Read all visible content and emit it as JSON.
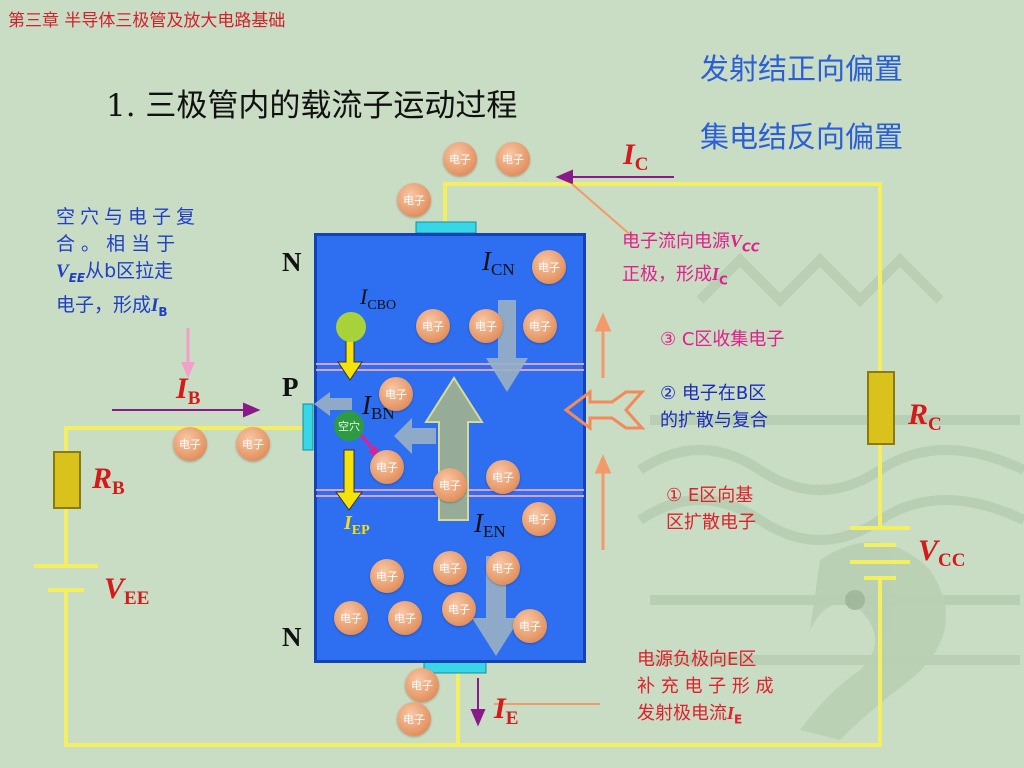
{
  "header": {
    "chapter": "第三章  半导体三极管及放大电路基础",
    "title": "1. 三极管内的载流子运动过程"
  },
  "bias": {
    "emitter": "发射结正向偏置",
    "collector": "集电结反向偏置"
  },
  "regions": {
    "top": "N",
    "middle": "P",
    "bottom": "N"
  },
  "currents": {
    "ic": {
      "sym": "I",
      "sub": "C"
    },
    "ib": {
      "sym": "I",
      "sub": "B"
    },
    "ie": {
      "sym": "I",
      "sub": "E"
    },
    "icn": {
      "sym": "I",
      "sub": "CN"
    },
    "icbo": {
      "sym": "I",
      "sub": "CBO"
    },
    "ibn": {
      "sym": "I",
      "sub": "BN"
    },
    "iep": {
      "sym": "I",
      "sub": "EP"
    },
    "ien": {
      "sym": "I",
      "sub": "EN"
    }
  },
  "components": {
    "rc": {
      "sym": "R",
      "sub": "C"
    },
    "rb": {
      "sym": "R",
      "sub": "B"
    },
    "vcc": {
      "sym": "V",
      "sub": "CC"
    },
    "vee": {
      "sym": "V",
      "sub": "EE"
    }
  },
  "notes": {
    "hole_recomb": {
      "line1": "空穴与电子复",
      "line2": "合 。 相 当 于",
      "v_sym": "V",
      "v_sub": "EE",
      "line3_rest": "从b区拉走",
      "line4": "电子，形成",
      "i_sym": "I",
      "i_sub": "B"
    },
    "flow_to_source": {
      "line1": "电子流向电源",
      "v_sym": "V",
      "v_sub": "CC",
      "line2": "正极，形成",
      "i_sym": "I",
      "i_sub": "C"
    },
    "step3": "③ C区收集电子",
    "step2": {
      "line1": "② 电子在B区",
      "line2": "的扩散与复合"
    },
    "step1": {
      "line1": "① E区向基",
      "line2": "区扩散电子"
    },
    "supply": {
      "line1": "电源负极向E区",
      "line2": "补 充 电 子 形 成",
      "line3": "发射极电流",
      "i_sym": "I",
      "i_sub": "E"
    }
  },
  "particles": {
    "electron": "电子",
    "hole": "空穴"
  },
  "colors": {
    "wire": "#f4ee63",
    "semiconductor": "#2d6ff0",
    "red": "#d41a1a",
    "blue_text": "#2a5fd8"
  }
}
